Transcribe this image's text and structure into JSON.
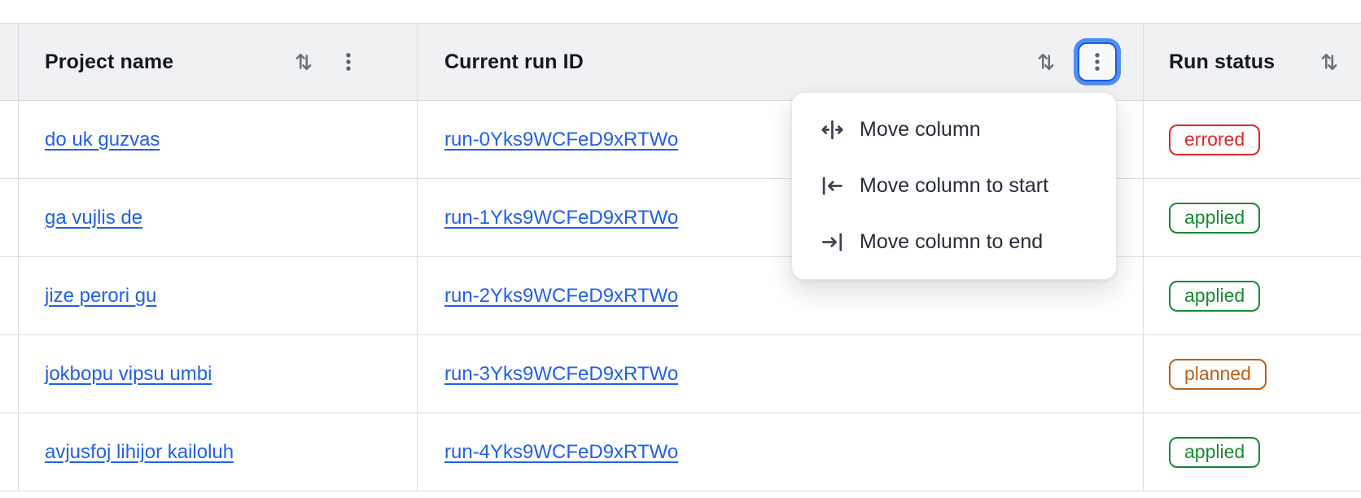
{
  "table": {
    "columns": [
      {
        "label": "Project name",
        "sort_icon": "sort-arrows-icon",
        "menu_icon": "kebab-menu-icon"
      },
      {
        "label": "Current run ID",
        "sort_icon": "sort-arrows-icon",
        "menu_icon": "kebab-menu-icon",
        "menu_open": true
      },
      {
        "label": "Run status",
        "sort_icon": "sort-arrows-icon"
      }
    ],
    "rows": [
      {
        "project_name": "do uk guzvas",
        "run_id": "run-0Yks9WCFeD9xRTWo",
        "run_status": "errored"
      },
      {
        "project_name": "ga vujlis de",
        "run_id": "run-1Yks9WCFeD9xRTWo",
        "run_status": "applied"
      },
      {
        "project_name": "jize perori gu",
        "run_id": "run-2Yks9WCFeD9xRTWo",
        "run_status": "applied"
      },
      {
        "project_name": "jokbopu vipsu umbi",
        "run_id": "run-3Yks9WCFeD9xRTWo",
        "run_status": "planned"
      },
      {
        "project_name": "avjusfoj lihijor kailoluh",
        "run_id": "run-4Yks9WCFeD9xRTWo",
        "run_status": "applied"
      }
    ]
  },
  "column_menu": {
    "items": [
      {
        "label": "Move column",
        "icon": "move-column-icon"
      },
      {
        "label": "Move column to start",
        "icon": "move-column-to-start-icon"
      },
      {
        "label": "Move column to end",
        "icon": "move-column-to-end-icon"
      }
    ]
  },
  "colors": {
    "header_bg": "#f0f1f3",
    "border": "#d9dbdf",
    "link": "#2161e8",
    "status_errored": "#dd2727",
    "status_applied": "#188a30",
    "status_planned": "#c05f15",
    "focus_ring": "#4e8ef6",
    "focus_border": "#1e5cd9"
  }
}
